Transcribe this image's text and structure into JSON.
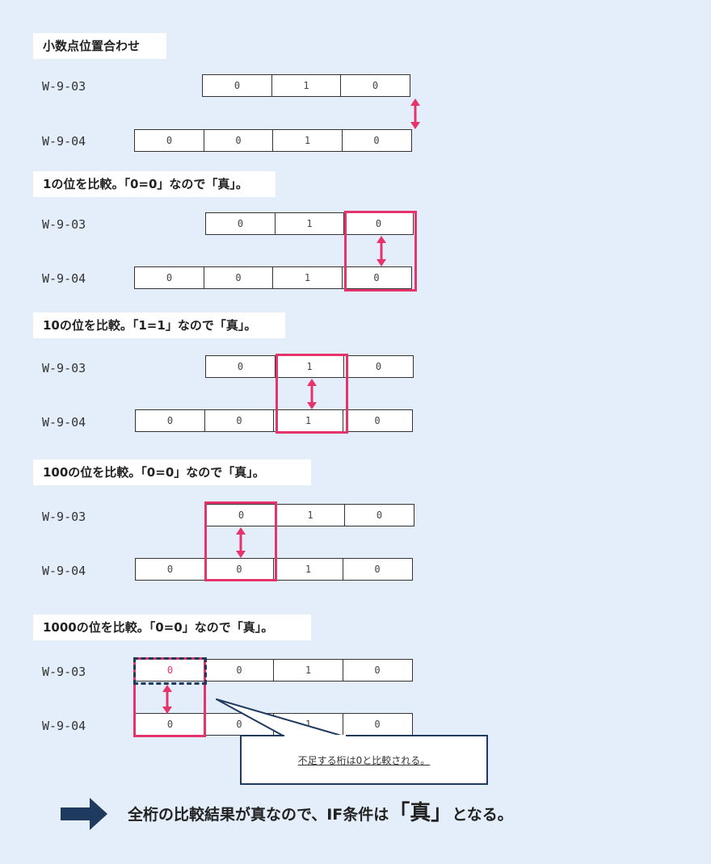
{
  "sections": [
    {
      "title": "小数点位置合わせ",
      "labels": [
        "W-9-03",
        "W-9-04"
      ],
      "top_row": [
        "0",
        "1",
        "0"
      ],
      "bottom_row": [
        "0",
        "0",
        "1",
        "0"
      ]
    },
    {
      "title": "1の位を比較。「0=0」なので「真」。",
      "labels": [
        "W-9-03",
        "W-9-04"
      ],
      "top_row": [
        "0",
        "1",
        "0"
      ],
      "bottom_row": [
        "0",
        "0",
        "1",
        "0"
      ]
    },
    {
      "title": "10の位を比較。「1=1」なので「真」。",
      "labels": [
        "W-9-03",
        "W-9-04"
      ],
      "top_row": [
        "0",
        "1",
        "0"
      ],
      "bottom_row": [
        "0",
        "0",
        "1",
        "0"
      ]
    },
    {
      "title": "100の位を比較。「0=0」なので「真」。",
      "labels": [
        "W-9-03",
        "W-9-04"
      ],
      "top_row": [
        "0",
        "1",
        "0"
      ],
      "bottom_row": [
        "0",
        "0",
        "1",
        "0"
      ]
    },
    {
      "title": "1000の位を比較。「0=0」なので「真」。",
      "labels": [
        "W-9-03",
        "W-9-04"
      ],
      "top_row": [
        "0",
        "0",
        "1",
        "0"
      ],
      "bottom_row": [
        "0",
        "0",
        "1",
        "0"
      ]
    }
  ],
  "callout": "不足する桁は0と比較される。",
  "conclusion": {
    "prefix": "全桁の比較結果が真なので、IF条件は",
    "emphasis": "「真」",
    "suffix": "となる。"
  },
  "colors": {
    "highlight": "#e6336b",
    "navy": "#1f3a5f",
    "background": "#e3eefa"
  }
}
